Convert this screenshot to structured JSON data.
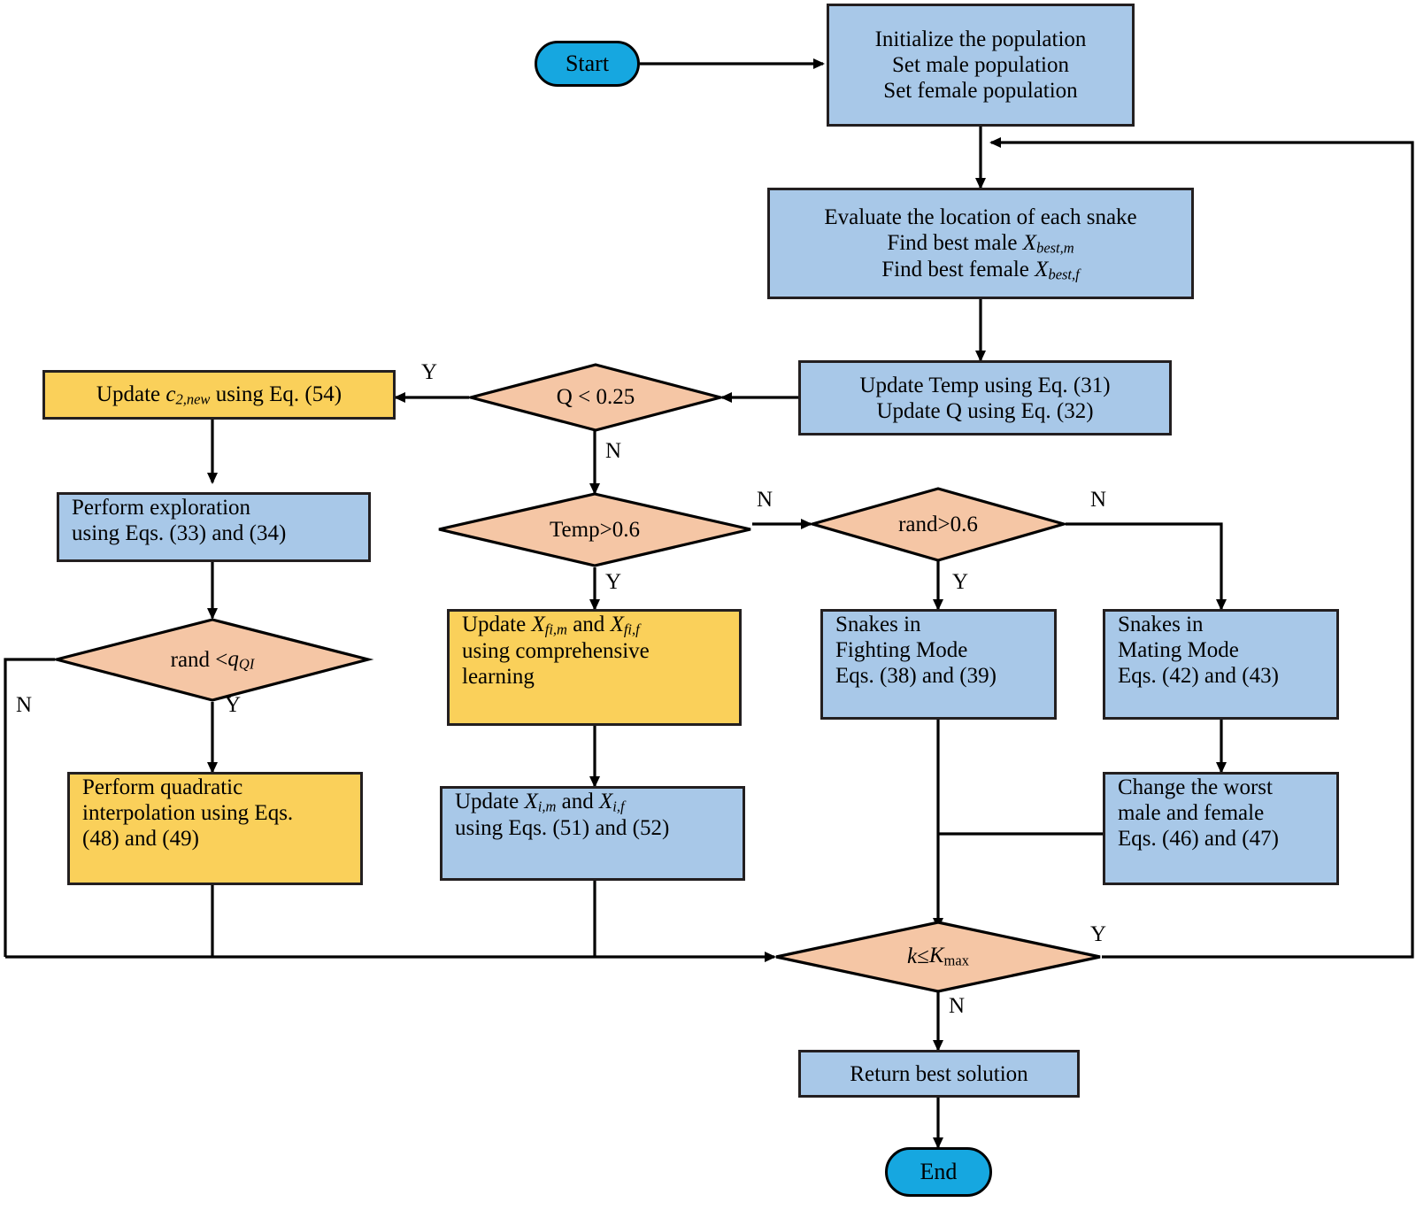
{
  "diagram": {
    "title": "Snake optimizer algorithm flowchart",
    "colors": {
      "process_blue": "#a8c8e8",
      "process_yellow": "#fad05a",
      "decision_peach": "#f5c6a5",
      "terminal_cyan": "#16a7e0",
      "stroke": "#000000"
    },
    "nodes": {
      "start": {
        "label": "Start",
        "shape": "terminal"
      },
      "init": {
        "lines": [
          "Initialize the population",
          "Set male population",
          "Set female population"
        ],
        "shape": "process"
      },
      "evaluate": {
        "line1": "Evaluate the location of each snake",
        "line2_pre": "Find best male ",
        "line2_var": "X",
        "line2_sub": "best,m",
        "line3_pre": "Find best female ",
        "line3_var": "X",
        "line3_sub": "best,f",
        "shape": "process"
      },
      "update_temp": {
        "lines": [
          "Update Temp using Eq. (31)",
          "Update Q using Eq. (32)"
        ],
        "shape": "process"
      },
      "q_decision": {
        "label": "Q < 0.25",
        "shape": "decision"
      },
      "update_c2": {
        "pre": "Update ",
        "var": "c",
        "sub": "2,new",
        "post": " using Eq. (54)",
        "shape": "process-yellow"
      },
      "exploration": {
        "lines": [
          "Perform exploration",
          "using Eqs. (33) and (34)"
        ],
        "shape": "process"
      },
      "rand_qi": {
        "pre": "rand < ",
        "var": "q",
        "sub": "QI",
        "shape": "decision"
      },
      "quadratic": {
        "lines": [
          "Perform quadratic",
          "interpolation using Eqs.",
          "(48) and (49)"
        ],
        "shape": "process-yellow"
      },
      "temp_decision": {
        "label": "Temp>0.6",
        "shape": "decision"
      },
      "update_xfi": {
        "l1_pre": "Update ",
        "l1_var1": "X",
        "l1_sub1": "fi,m",
        "l1_mid": " and ",
        "l1_var2": "X",
        "l1_sub2": "fi,f",
        "l2": "using comprehensive",
        "l3": "learning",
        "shape": "process-yellow"
      },
      "update_xi": {
        "l1_pre": "Update ",
        "l1_var1": "X",
        "l1_sub1": "i,m",
        "l1_mid": " and ",
        "l1_var2": "X",
        "l1_sub2": "i,f",
        "l2": "using Eqs. (51) and (52)",
        "shape": "process"
      },
      "rand_decision": {
        "label": "rand>0.6",
        "shape": "decision"
      },
      "fighting": {
        "lines": [
          "Snakes in",
          "Fighting Mode",
          "Eqs. (38) and (39)"
        ],
        "shape": "process"
      },
      "mating": {
        "lines": [
          "Snakes in",
          "Mating Mode",
          "Eqs. (42) and (43)"
        ],
        "shape": "process"
      },
      "change_worst": {
        "lines": [
          "Change the worst",
          "male and female",
          "Eqs. (46) and (47)"
        ],
        "shape": "process"
      },
      "k_decision": {
        "var1": "k",
        "op": " ≤ ",
        "var2": "K",
        "sub": "max",
        "shape": "decision"
      },
      "return_best": {
        "label": "Return best solution",
        "shape": "process"
      },
      "end": {
        "label": "End",
        "shape": "terminal"
      }
    },
    "edge_labels": {
      "q_yes": "Y",
      "q_no": "N",
      "temp_yes": "Y",
      "temp_no": "N",
      "rand_yes": "Y",
      "rand_no": "N",
      "qi_yes": "Y",
      "qi_no": "N",
      "k_yes": "Y",
      "k_no": "N"
    }
  }
}
